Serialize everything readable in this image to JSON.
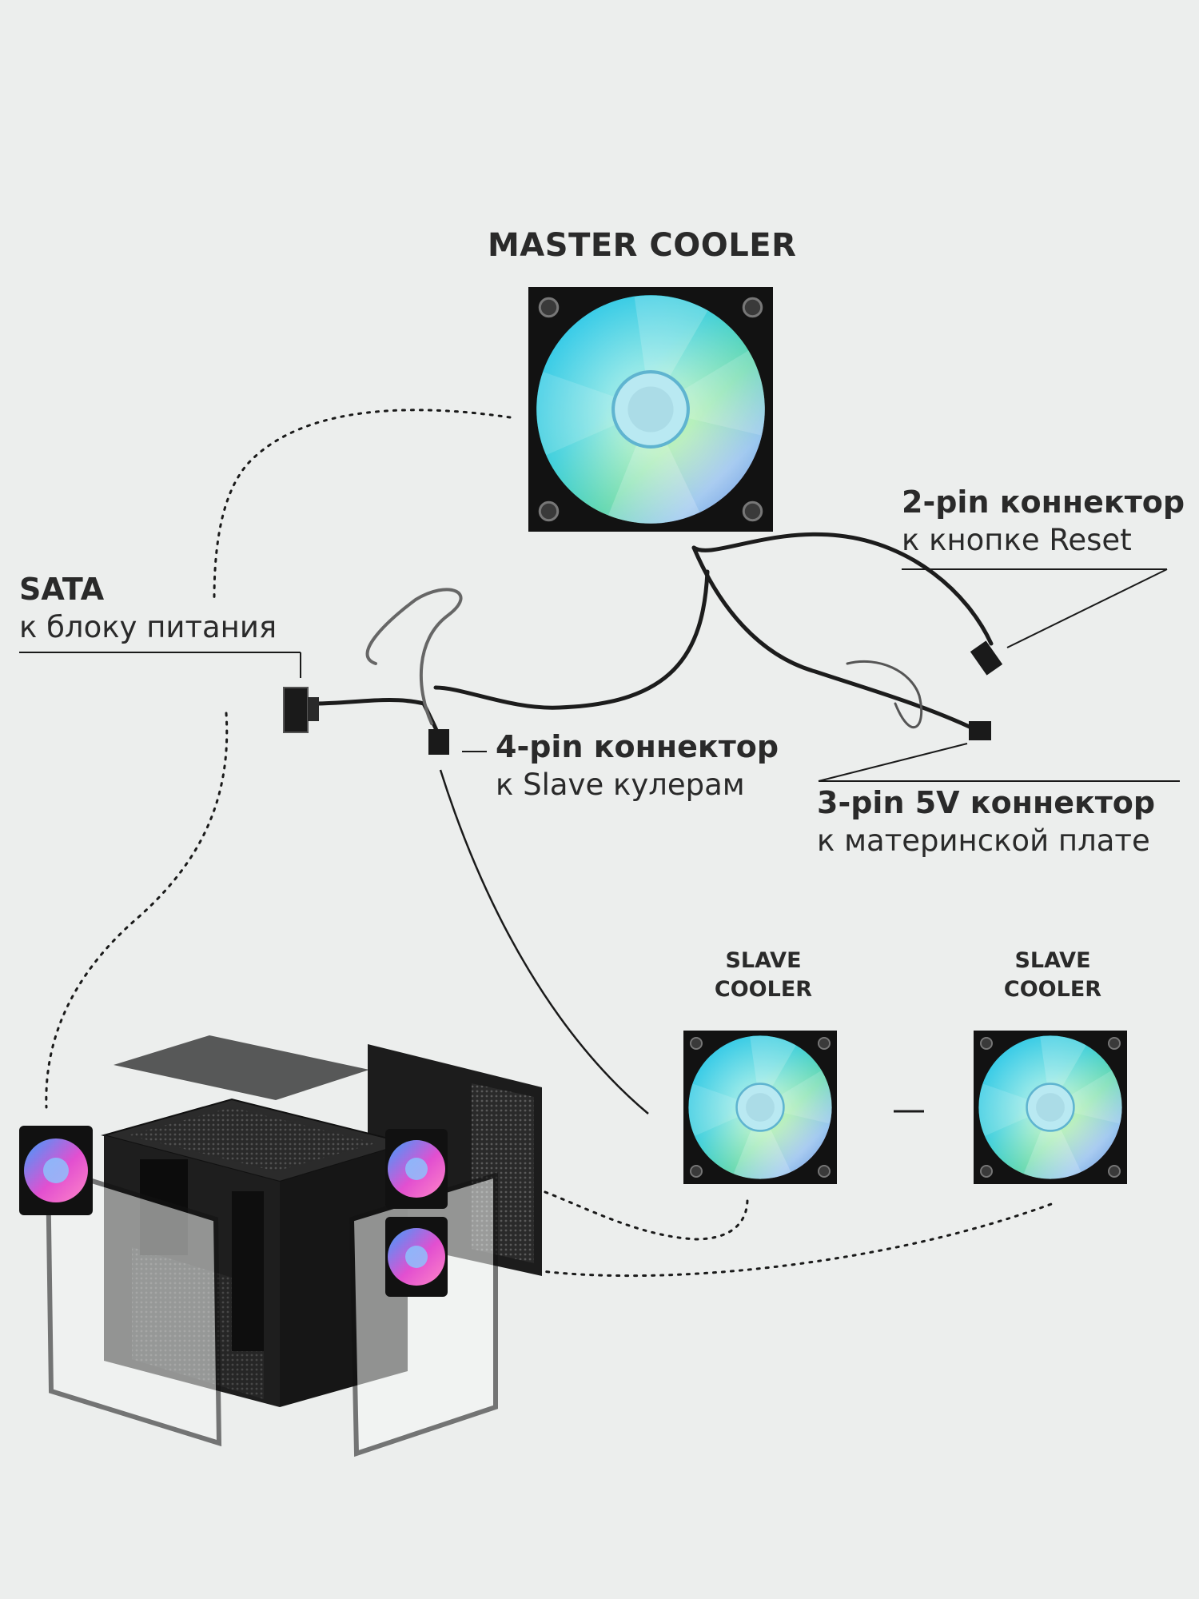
{
  "master": {
    "title": "MASTER COOLER"
  },
  "connectors": {
    "reset": {
      "title": "2-pin коннектор",
      "desc": "к кнопке Reset"
    },
    "sata": {
      "title": "SATA",
      "desc": "к блоку питания"
    },
    "slave4pin": {
      "title": "4-pin коннектор",
      "desc": "к Slave кулерам"
    },
    "mobo3pin": {
      "title": "3-pin 5V коннектор",
      "desc": "к материнской плате"
    }
  },
  "slaves": [
    {
      "line1": "SLAVE",
      "line2": "COOLER"
    },
    {
      "line1": "SLAVE",
      "line2": "COOLER"
    }
  ],
  "icons": [
    "master-fan-icon",
    "slave-fan-icon",
    "pc-case-icon",
    "sata-connector-icon",
    "pin-connector-icon"
  ],
  "colors": {
    "background": "#eceeed",
    "text": "#2a2a2a",
    "fan_frame": "#141414",
    "rgb_cyan": "#28d4f0",
    "rgb_pink": "#f06ad8",
    "rgb_green": "#7ee86a"
  }
}
